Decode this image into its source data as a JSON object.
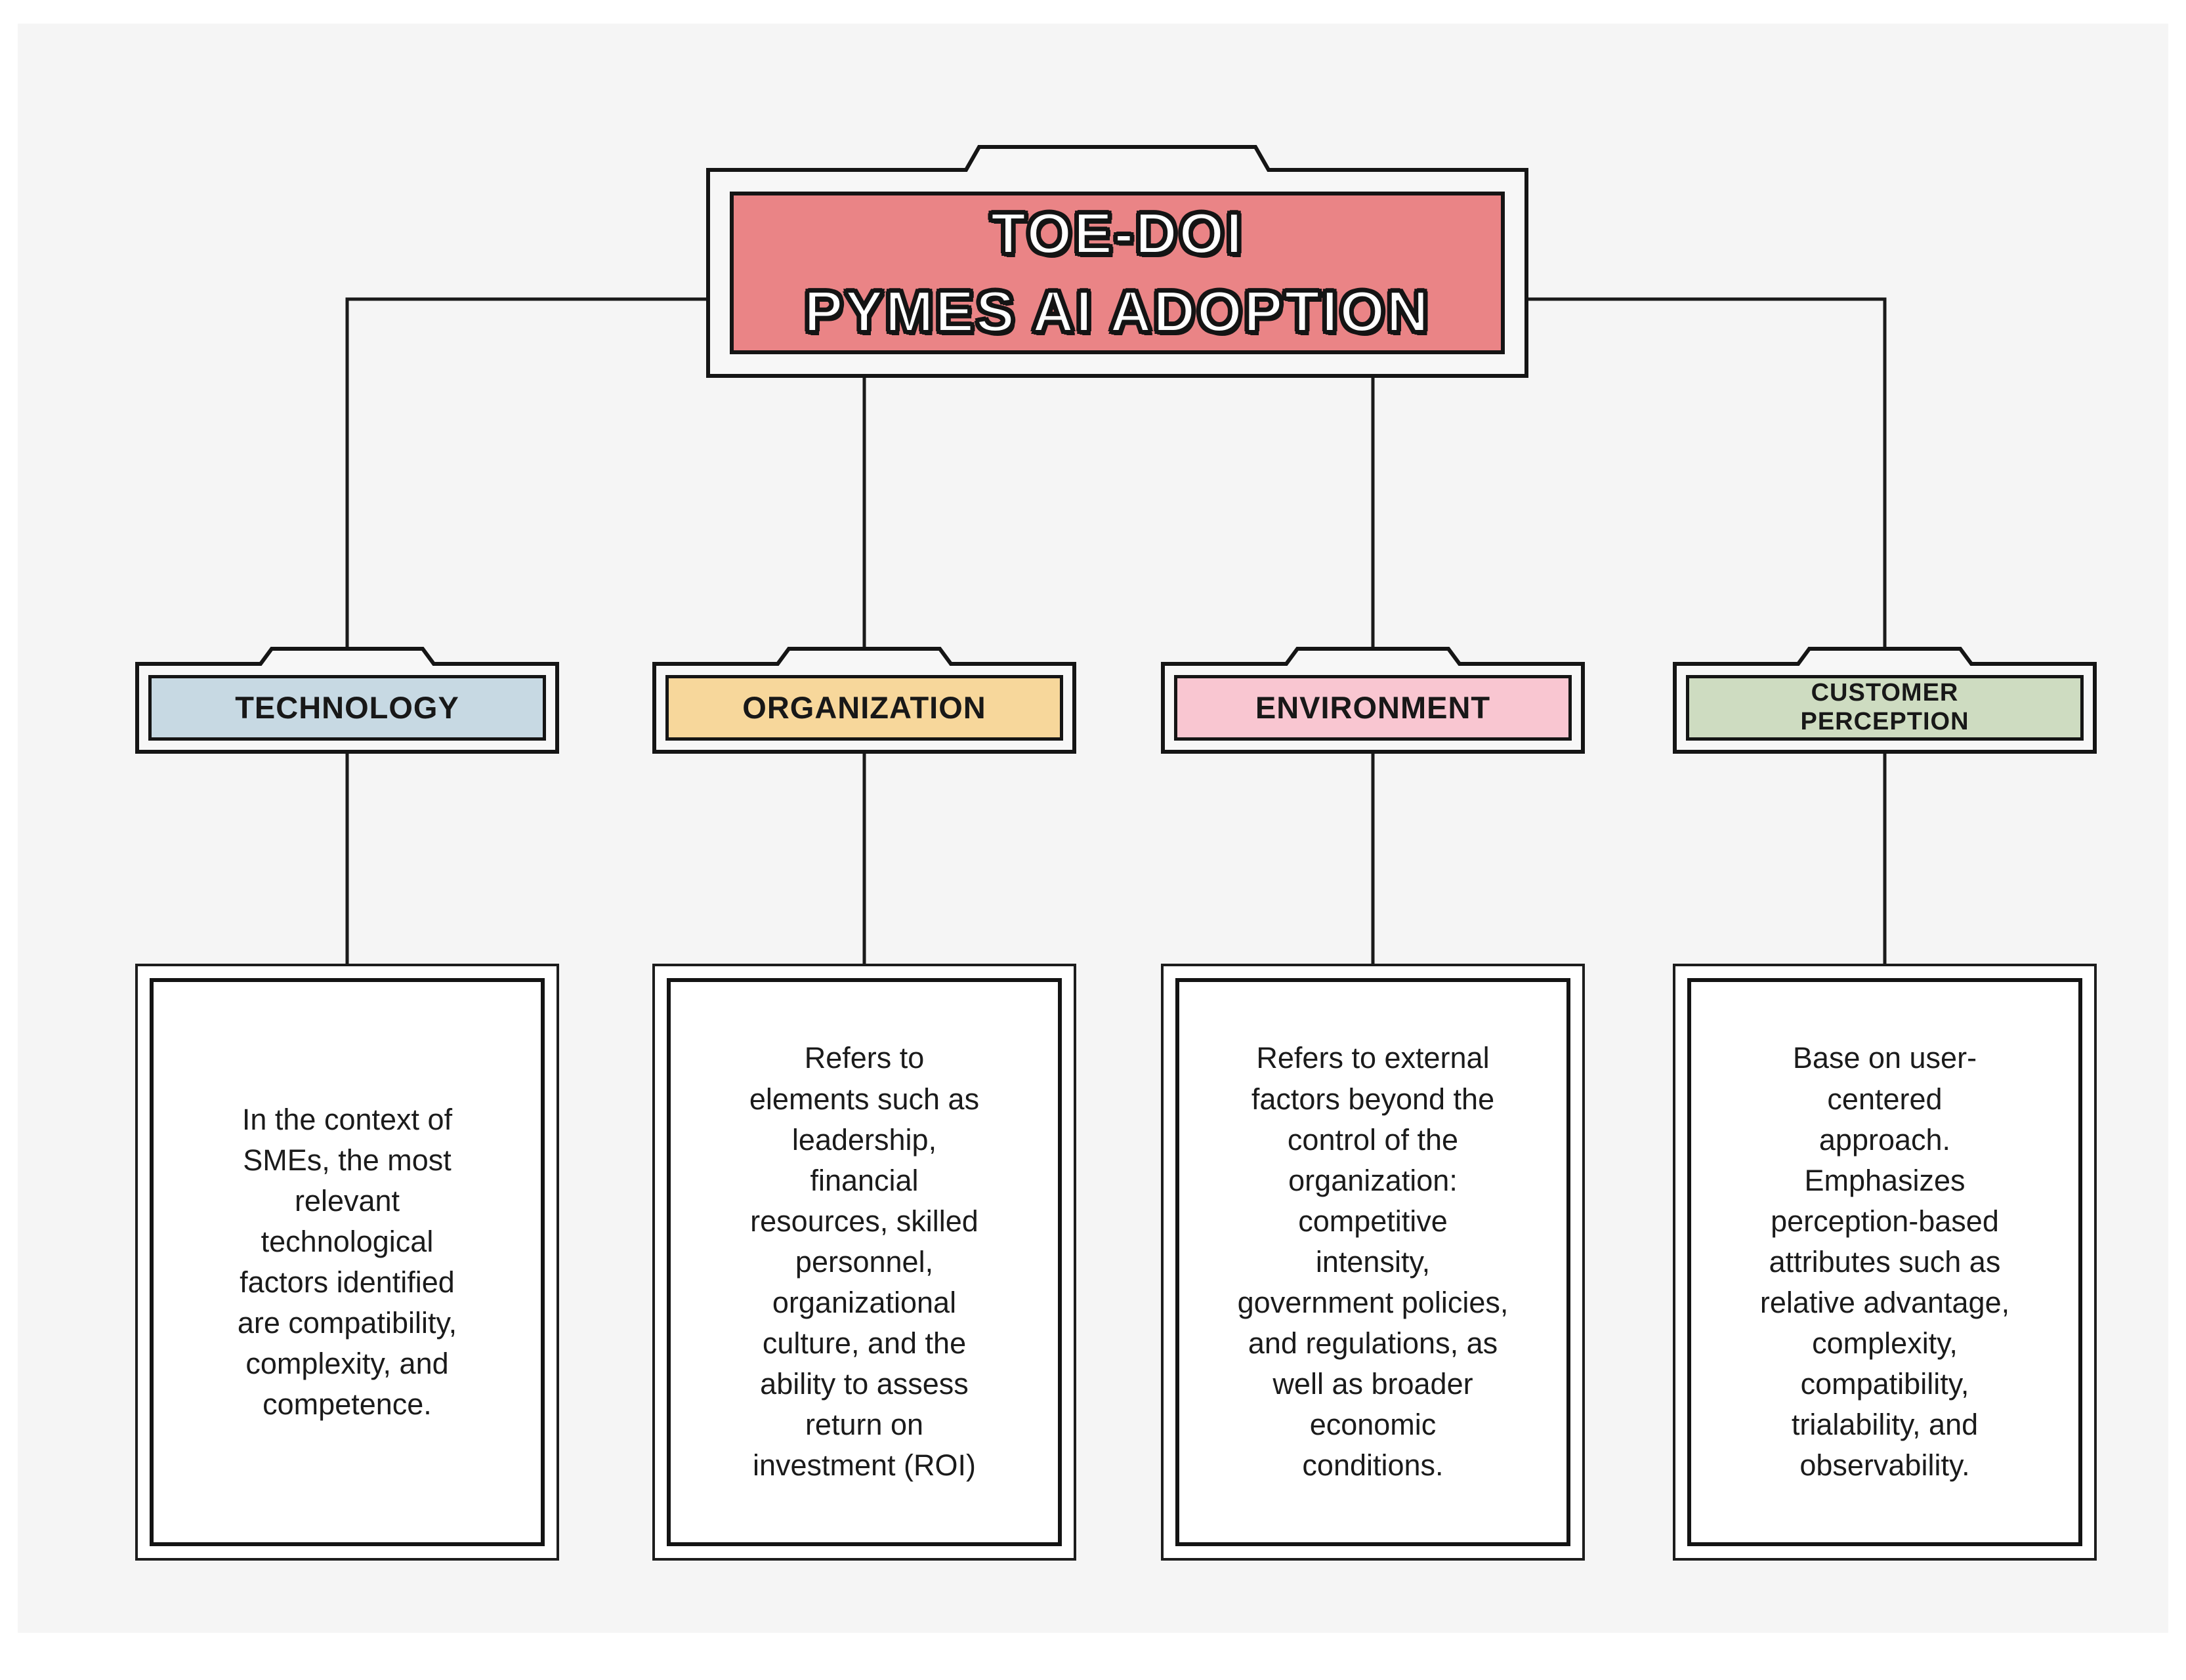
{
  "diagram": {
    "title": {
      "label": "TOE-DOI\nPYMES AI ADOPTION",
      "fill": "#EA8486"
    },
    "branches": [
      {
        "id": "technology",
        "label": "TECHNOLOGY",
        "fill": "#C7D9E3",
        "description": "In the context of\nSMEs, the most\nrelevant\ntechnological\nfactors identified\nare compatibility,\ncomplexity, and\ncompetence."
      },
      {
        "id": "organization",
        "label": "ORGANIZATION",
        "fill": "#F7D79B",
        "description": "Refers to\nelements such as\nleadership,\nfinancial\nresources, skilled\npersonnel,\norganizational\nculture, and the\nability to assess\nreturn on\ninvestment (ROI)"
      },
      {
        "id": "environment",
        "label": "ENVIRONMENT",
        "fill": "#F9C6D1",
        "description": "Refers to external\nfactors beyond the\ncontrol of the\norganization:\ncompetitive\nintensity,\ngovernment policies,\nand regulations, as\nwell as broader\neconomic\nconditions."
      },
      {
        "id": "customer-perception",
        "label": "CUSTOMER\nPERCEPTION",
        "fill": "#CEDCC1",
        "description": "Base on user-\ncentered\napproach.\nEmphasizes\nperception-based\nattributes such as\nrelative advantage,\ncomplexity,\ncompatibility,\ntrialability, and\nobservability."
      }
    ],
    "colors": {
      "line": "#1a1a1a",
      "canvas": "#F5F5F5",
      "node_ring": "#F7F7F7",
      "border": "#151515"
    }
  }
}
